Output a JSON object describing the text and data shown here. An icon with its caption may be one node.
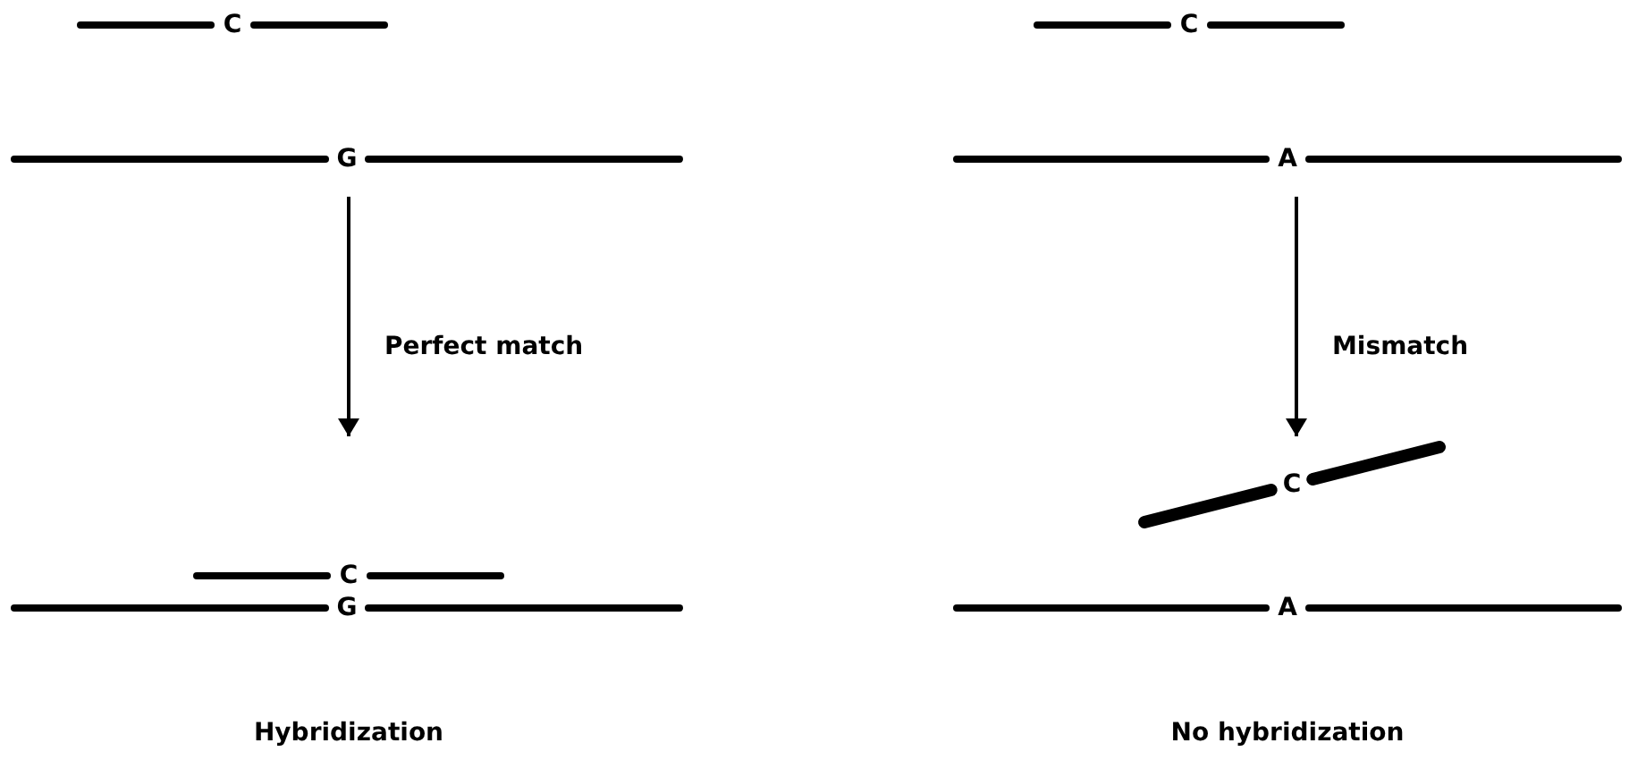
{
  "diagram": {
    "nodes": [
      {
        "text": [
          "C",
          "G"
        ]
      },
      {
        "text": [
          "C",
          "G"
        ]
      },
      {
        "text": [
          "C",
          "A"
        ]
      },
      {
        "text": [
          "C",
          "A"
        ]
      }
    ],
    "edges": [
      {
        "from": 0,
        "to": 1,
        "arrow": "to",
        "label": "Perfect match"
      },
      {
        "from": 2,
        "to": 3,
        "arrow": "to",
        "label": "Mismatch"
      }
    ],
    "labels": [
      "Hybridization",
      "No hybridization"
    ]
  }
}
